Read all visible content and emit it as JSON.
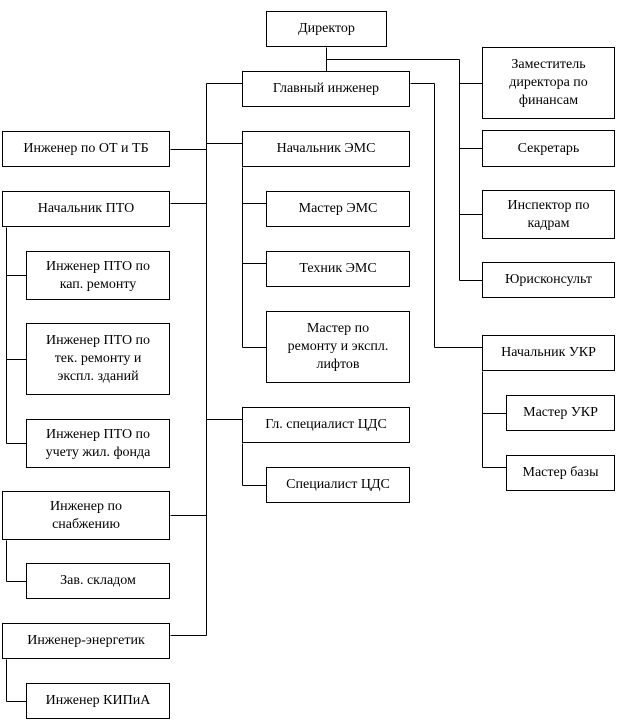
{
  "nodes": {
    "director": "Директор",
    "deputy_finance": "Заместитель\nдиректора по\nфинансам",
    "chief_engineer": "Главный инженер",
    "secretary": "Секретарь",
    "hr_inspector": "Инспектор по\nкадрам",
    "legal_adviser": "Юрисконсульт",
    "safety_engineer": "Инженер по ОТ и ТБ",
    "head_pto": "Начальник ПТО",
    "pto_capital": "Инженер ПТО по\nкап. ремонту",
    "pto_current": "Инженер ПТО по\nтек. ремонту и\nэкспл. зданий",
    "pto_housing": "Инженер ПТО по\nучету жил. фонда",
    "supply_engineer": "Инженер по\nснабжению",
    "warehouse_head": "Зав. складом",
    "power_engineer": "Инженер-энергетик",
    "kipia_engineer": "Инженер КИПиА",
    "head_ems": "Начальник ЭМС",
    "master_ems": "Мастер ЭМС",
    "technician_ems": "Техник ЭМС",
    "master_lifts": "Мастер по\nремонту и экспл.\nлифтов",
    "chief_cds": "Гл. специалист ЦДС",
    "specialist_cds": "Специалист ЦДС",
    "head_ukr": "Начальник УКР",
    "master_ukr": "Мастер УКР",
    "master_base": "Мастер базы"
  }
}
